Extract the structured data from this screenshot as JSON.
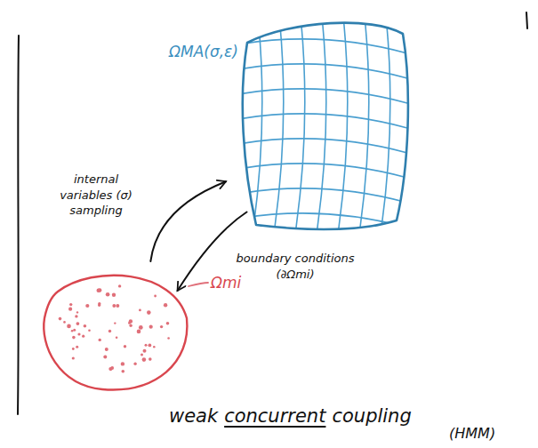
{
  "diagram": {
    "nodes": [
      {
        "text": [
          "ΩMA(σ,ε)"
        ]
      },
      {
        "text": [
          "Ωmi"
        ]
      }
    ],
    "edges": [
      {
        "from": 1,
        "to": 0,
        "label": "internal variables (σ) sampling",
        "arrow": "to"
      },
      {
        "from": 0,
        "to": 1,
        "label": "boundary conditions (∂Ωmi)",
        "arrow": "to"
      }
    ],
    "labels": [
      "weak",
      "concurrent",
      "coupling",
      "(HMM)"
    ]
  }
}
